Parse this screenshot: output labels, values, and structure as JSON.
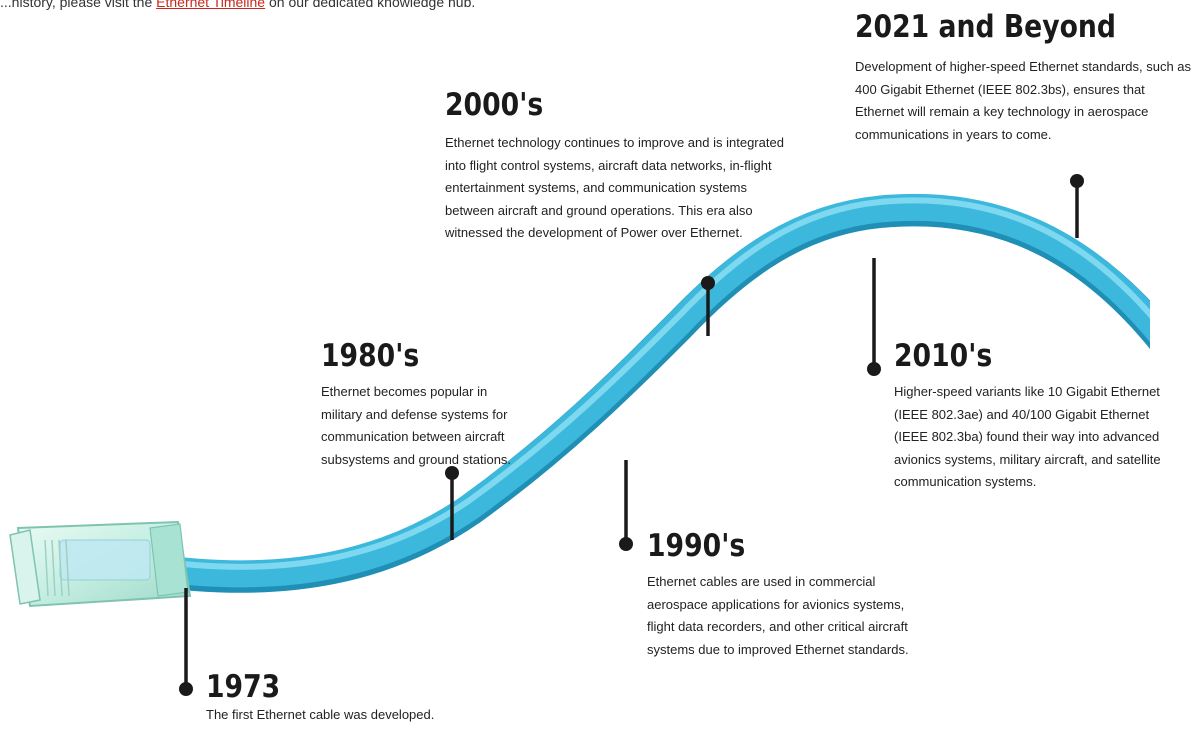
{
  "header": {
    "prefix": "...history, please visit the ",
    "link": "Ethernet Timeline",
    "suffix": " on our dedicated knowledge hub."
  },
  "colors": {
    "cable": "#3db8dd",
    "cable_highlight": "#8fe0f4",
    "cable_shadow": "#1f8fb5",
    "marker": "#1a1a1a",
    "link": "#c8281e"
  },
  "milestones": [
    {
      "year": "1973",
      "text": "The first Ethernet cable was developed."
    },
    {
      "year": "1980's",
      "text": "Ethernet becomes popular in military and defense systems for communication between aircraft subsystems and ground stations."
    },
    {
      "year": "1990's",
      "text": "Ethernet cables are used in commercial aerospace applications for avionics systems, flight data recorders, and other critical aircraft systems due to improved Ethernet standards."
    },
    {
      "year": "2000's",
      "text": "Ethernet technology continues to improve and is integrated into flight control systems, aircraft data networks, in-flight entertainment systems, and communication systems between aircraft and ground operations. This era also witnessed the development of Power over Ethernet."
    },
    {
      "year": "2010's",
      "text": "Higher-speed variants like 10 Gigabit Ethernet (IEEE 802.3ae) and 40/100 Gigabit Ethernet (IEEE 802.3ba) found their way into advanced avionics systems, military aircraft, and satellite communication systems."
    },
    {
      "year": "2021 and Beyond",
      "text": "Development of higher-speed Ethernet standards, such as 400 Gigabit Ethernet (IEEE 802.3bs), ensures that Ethernet will remain a key technology in aerospace communications in years to come."
    }
  ]
}
